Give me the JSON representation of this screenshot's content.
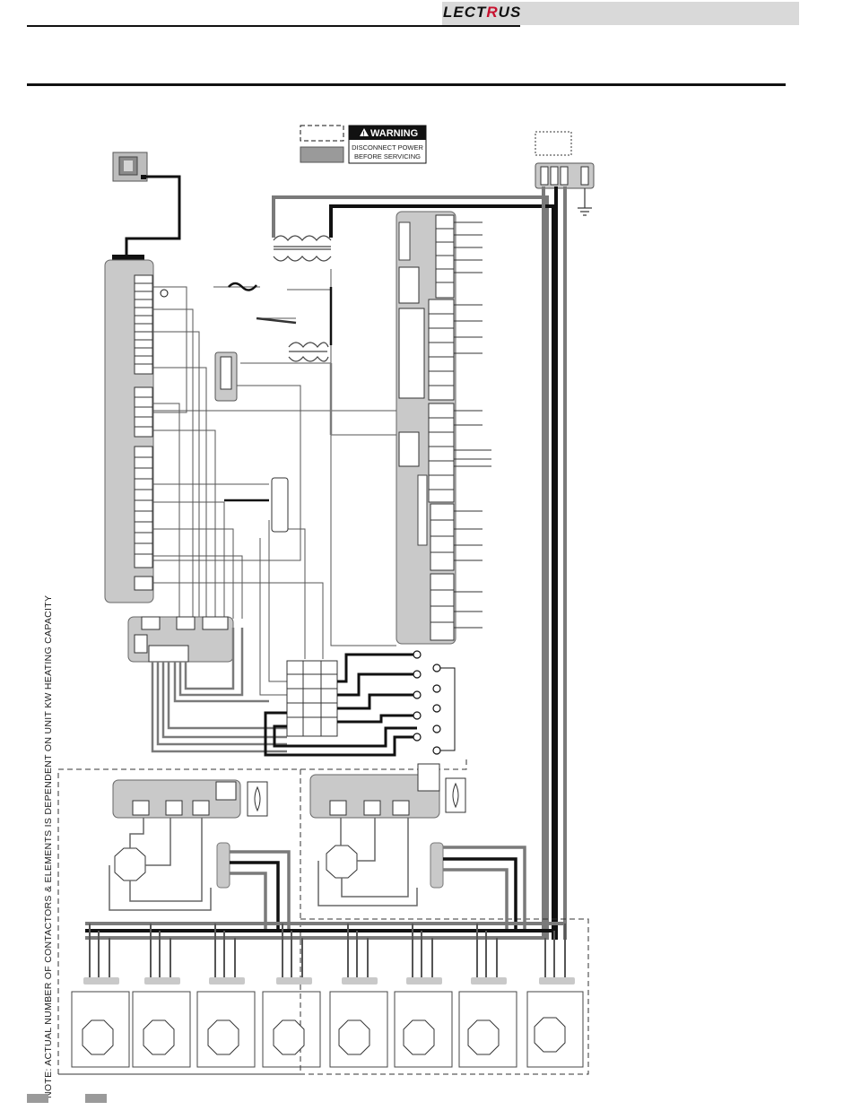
{
  "header": {
    "logo_prefix": "LECT",
    "logo_accent": "R",
    "logo_suffix": "US"
  },
  "warning": {
    "title": "WARNING",
    "line1": "DISCONNECT POWER",
    "line2": "BEFORE SERVICING"
  },
  "note": "NOTE: ACTUAL NUMBER OF CONTACTORS & ELEMENTS IS DEPENDENT ON UNIT KW HEATING CAPACITY",
  "colors": {
    "wire_black": "#111111",
    "wire_gray": "#7a7a7a",
    "panel_fill": "#c9c9c9",
    "accent_red": "#c8102e"
  },
  "icons": {
    "warning": "warning-triangle-icon",
    "ground": "ground-symbol-icon",
    "fan": "fan-icon",
    "display": "control-display-icon"
  }
}
